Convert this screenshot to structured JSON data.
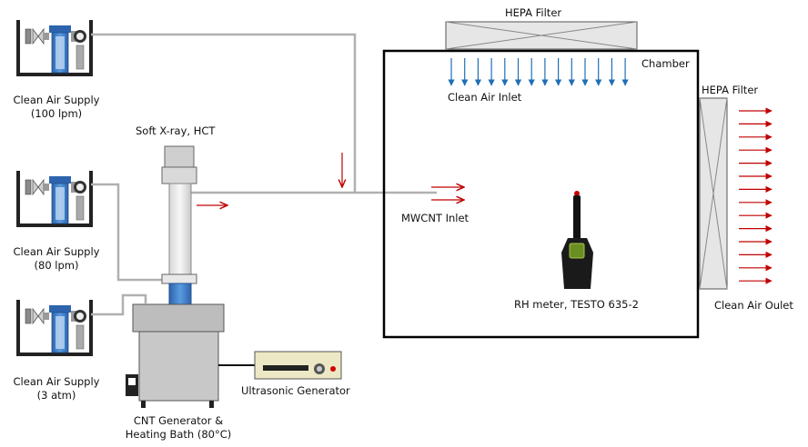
{
  "labels": {
    "hepa_top": "HEPA Filter",
    "chamber": "Chamber",
    "clean_air_inlet": "Clean Air Inlet",
    "hepa_right": "HEPA Filter",
    "supply1_l1": "Clean Air Supply",
    "supply1_l2": "(100 lpm)",
    "supply2_l1": "Clean Air Supply",
    "supply2_l2": "(80 lpm)",
    "supply3_l1": "Clean Air Supply",
    "supply3_l2": "(3 atm)",
    "soft_xray": "Soft X-ray, HCT",
    "mwcnt_inlet": "MWCNT Inlet",
    "rh_meter": "RH meter, TESTO  635-2",
    "clean_air_outlet": "Clean Air Oulet",
    "ultrasonic": "Ultrasonic Generator",
    "cnt_gen_l1": "CNT Generator &",
    "cnt_gen_l2": "Heating Bath (80°C)"
  },
  "colors": {
    "pipe": "#b0b0b0",
    "chamber_border": "#000000",
    "arrow_blue": "#1f6fb5",
    "arrow_red": "#c00000",
    "filter_fill": "#e6e6e6",
    "generator_body": "#c4c4c4",
    "cylinder_blue": "#3a78c8"
  }
}
